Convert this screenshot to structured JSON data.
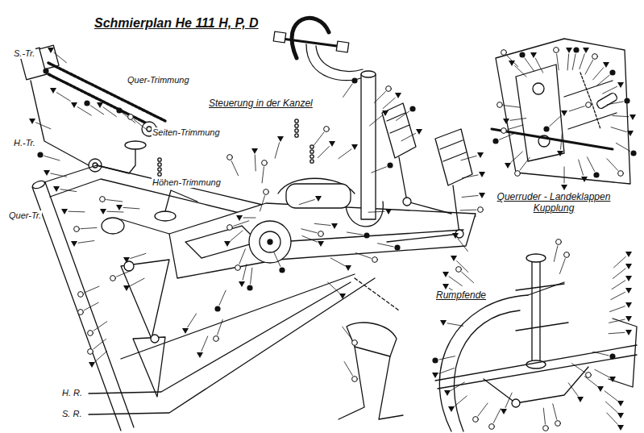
{
  "diagram": {
    "title": "Schmierplan He 111 H, P, D",
    "labels": [
      "S.-Tr.",
      "Quer-Trimmung",
      "Steuerung in der Kanzel",
      "Querruder - Landeklappen Kupplung",
      "Seiten-Trimmung",
      "H.-Tr.",
      "Höhen-Trimmung",
      "Quer-Tr.",
      "Rumpfende",
      "H. R.",
      "S. R."
    ]
  }
}
